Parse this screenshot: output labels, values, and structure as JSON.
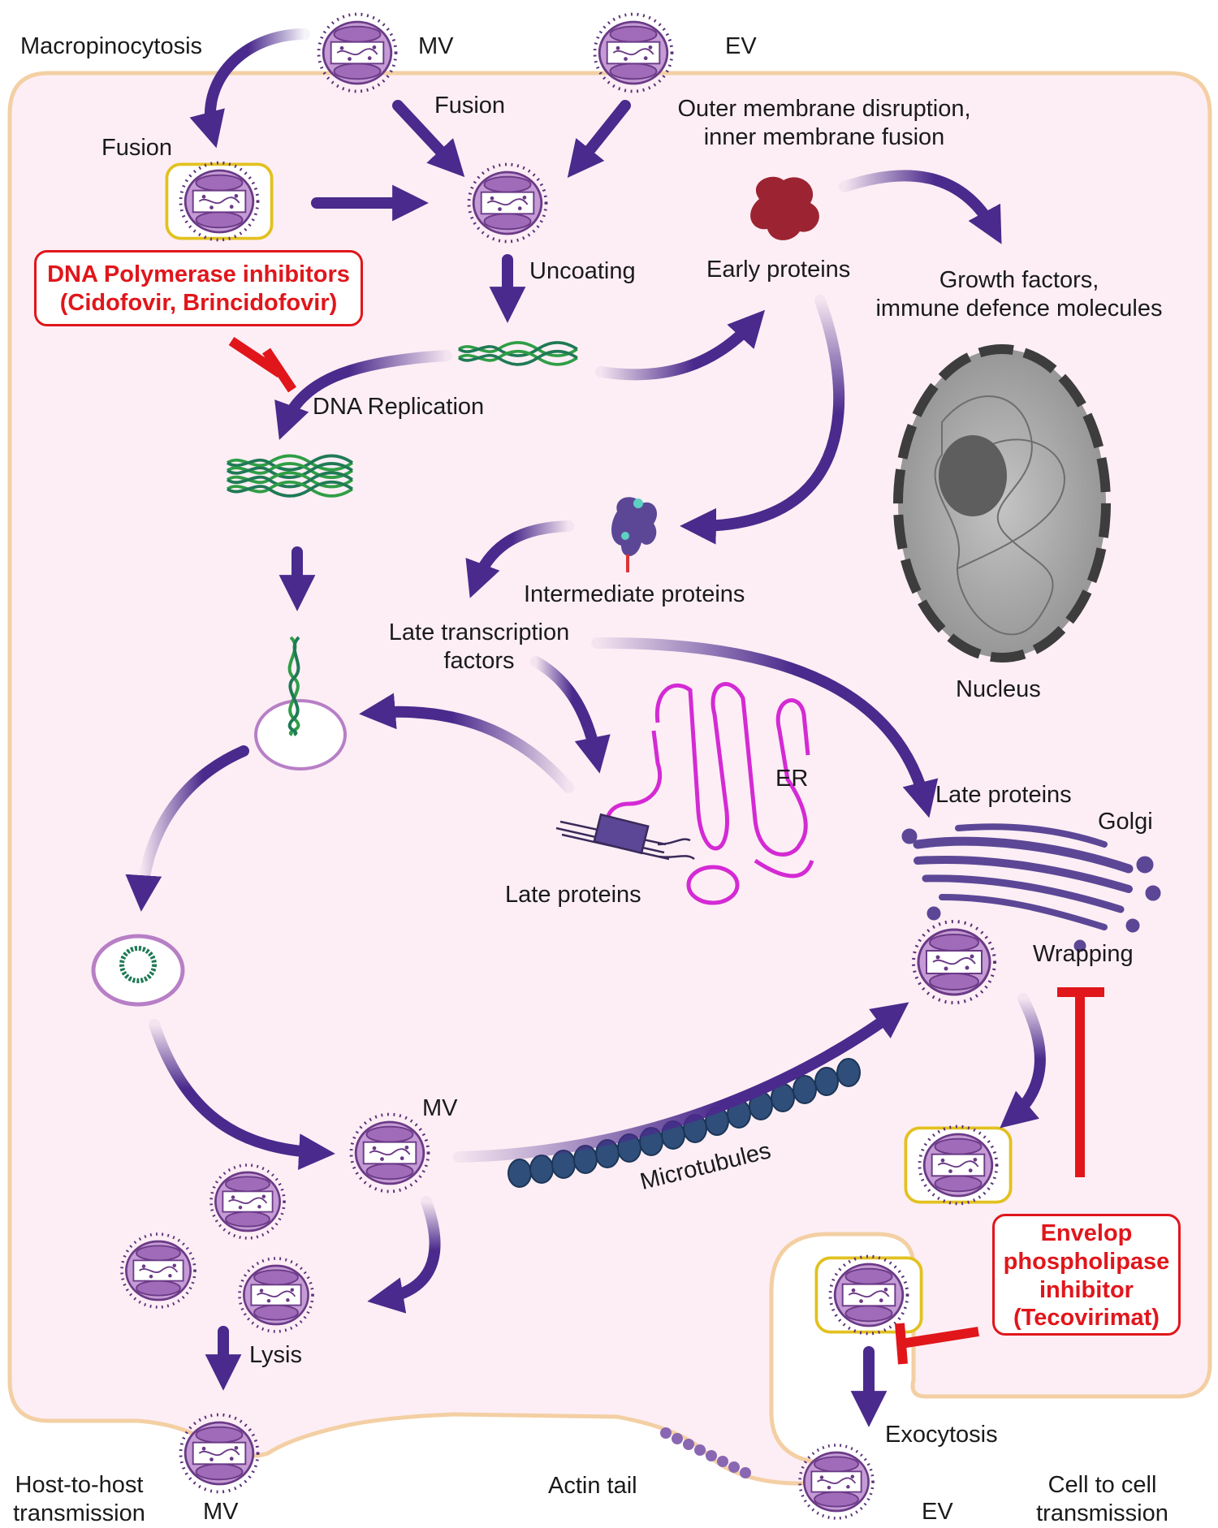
{
  "labels": {
    "macropinocytosis": "Macropinocytosis",
    "mv_top": "MV",
    "ev_top": "EV",
    "fusion_left": "Fusion",
    "fusion_center": "Fusion",
    "outer_membrane_1": "Outer membrane disruption,",
    "outer_membrane_2": "inner membrane fusion",
    "uncoating": "Uncoating",
    "early_proteins": "Early proteins",
    "growth_factors_1": "Growth factors,",
    "growth_factors_2": "immune defence molecules",
    "dna_replication": "DNA Replication",
    "intermediate_proteins": "Intermediate proteins",
    "late_transcription_1": "Late transcription",
    "late_transcription_2": "factors",
    "nucleus": "Nucleus",
    "er": "ER",
    "late_proteins_golgi": "Late proteins",
    "golgi": "Golgi",
    "late_proteins_er": "Late proteins",
    "wrapping": "Wrapping",
    "mv_mid": "MV",
    "microtubules": "Microtubules",
    "lysis": "Lysis",
    "exocytosis": "Exocytosis",
    "host_to_host_1": "Host-to-host",
    "host_to_host_2": "transmission",
    "mv_bottom": "MV",
    "actin_tail": "Actin tail",
    "ev_bottom": "EV",
    "cell_to_cell_1": "Cell to cell",
    "cell_to_cell_2": "transmission"
  },
  "inhibitors": {
    "dna_polymerase": {
      "line1": "DNA Polymerase inhibitors",
      "line2": "(Cidofovir, Brincidofovir)"
    },
    "tecovirimat": {
      "line1": "Envelop",
      "line2": "phospholipase",
      "line3": "inhibitor",
      "line4": "(Tecovirimat)"
    }
  },
  "colors": {
    "arrow": "#4a2a8c",
    "inhibition": "#e0161b",
    "cell_fill": "#fdeef5",
    "cell_border": "#f3cfa3",
    "virion": "#b77fc6",
    "envelope": "#e2c11f",
    "dna_green": "#2f9e45",
    "er": "#d42ad4",
    "golgi": "#5c4796",
    "microtubule": "#2f4e7a"
  }
}
